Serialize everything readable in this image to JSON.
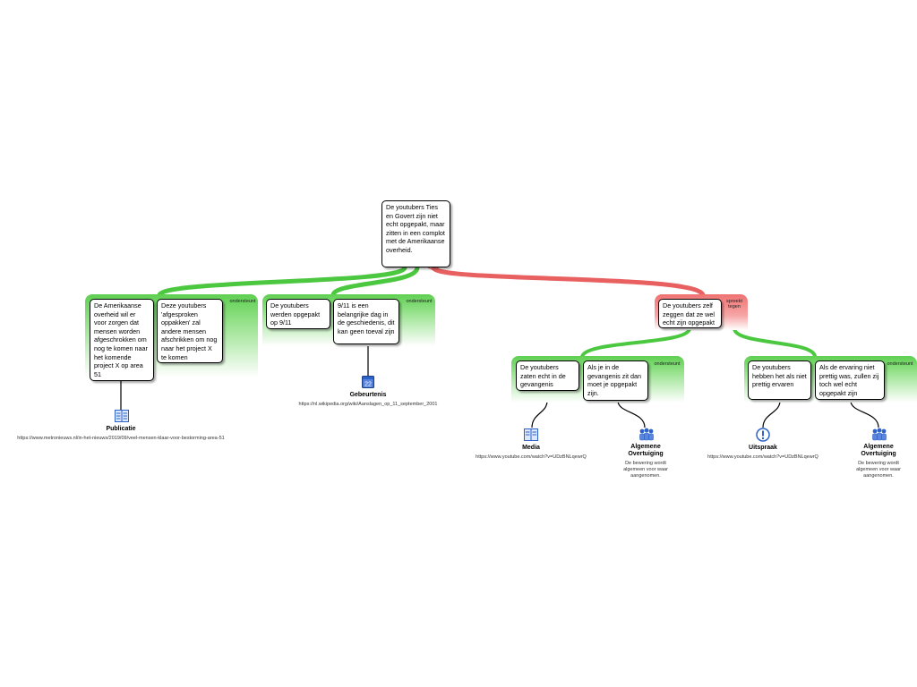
{
  "main_claim": {
    "text": "De youtubers Ties en Govert zijn niet echt opgepakt, maar zitten in een complot met de Amerikaanse overheid."
  },
  "groups": {
    "g1": {
      "tag": "ondersteunt"
    },
    "g2": {
      "tag": "ondersteunt"
    },
    "g3": {
      "tag": "spreekt tegen"
    },
    "g4": {
      "tag": "ondersteunt"
    },
    "g5": {
      "tag": "ondersteunt"
    }
  },
  "claims": {
    "c1": "De Amerikaanse overheid wil er voor zorgen dat mensen worden afgeschrokken om nog te komen naar het komende project X op area 51",
    "c2": "Deze youtubers 'afgesproken oppakken' zal andere mensen afschrikken om nog naar het project X te komen",
    "c3": "De youtubers werden opgepakt op 9/11",
    "c4": "9/11 is een belangrijke dag in de geschiedenis, dit kan geen toeval zijn",
    "c5": "De youtubers zelf zeggen dat ze wel echt zijn opgepakt",
    "c6": "De youtubers zaten echt in de gevangenis",
    "c7": "Als je in de gevangenis zit dan moet je opgepakt zijn.",
    "c8": "De youtubers hebben het als niet prettig ervaren",
    "c9": "Als de ervaring niet prettig was, zullen zij toch wel echt opgepakt zijn"
  },
  "sources": {
    "s1": {
      "title": "Publicatie",
      "url": "https://www.metronieuws.nl/in-het-nieuws/2019/09/veel-mensen-klaar-voor-bestorming-area-51",
      "icon": "publication-icon"
    },
    "s2": {
      "title": "Gebeurtenis",
      "url": "https://nl.wikipedia.org/wiki/Aanslagen_op_11_september_2001",
      "icon": "calendar-icon",
      "calendar_day": "22"
    },
    "s3": {
      "title": "Media",
      "url": "https://www.youtube.com/watch?v=UDzBNLqewrQ",
      "icon": "media-icon"
    },
    "s4": {
      "title": "Algemene Overtuiging",
      "desc": "De bewering wordt algemeen voor waar aangenomen.",
      "icon": "people-icon"
    },
    "s5": {
      "title": "Uitspraak",
      "url": "https://www.youtube.com/watch?v=UDzBNLqewrQ",
      "icon": "exclamation-icon"
    },
    "s6": {
      "title": "Algemene Overtuiging",
      "desc": "De bewering wordt algemeen voor waar aangenomen.",
      "icon": "people-icon"
    }
  },
  "colors": {
    "support": "#4cc840",
    "oppose": "#e86060",
    "border": "#000000"
  }
}
